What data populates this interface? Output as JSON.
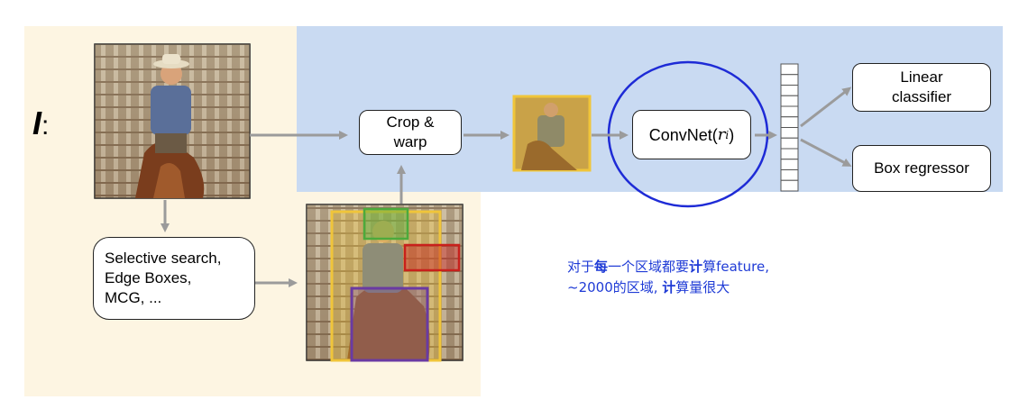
{
  "diagram": {
    "input_label": "I",
    "input_label_colon": ":",
    "proposal_methods": "Selective search,\nEdge Boxes,\nMCG, ...",
    "crop_warp": "Crop &\nwarp",
    "convnet": {
      "text": "ConvNet(",
      "math_r": "r",
      "math_i": "i",
      "close": ")"
    },
    "linear_classifier": "Linear\nclassifier",
    "box_regressor": "Box regressor",
    "note": {
      "line1": [
        "对于",
        "每",
        "一个区域都要",
        "计",
        "算feature,"
      ],
      "line2": [
        "~2000的区域, ",
        "计",
        "算量很大"
      ]
    },
    "colors": {
      "cream_panel": "#fdf5e2",
      "blue_panel": "#c9daf2",
      "arrow": "#9b9b9b",
      "highlight_circle": "#1e2bd6",
      "note_text": "#1f3bd6",
      "region_yellow": "#f0c53a",
      "region_green": "#4caa3c",
      "region_red": "#c8201c",
      "region_purple": "#6a3aa2"
    },
    "feature_vector_cells": 12
  }
}
